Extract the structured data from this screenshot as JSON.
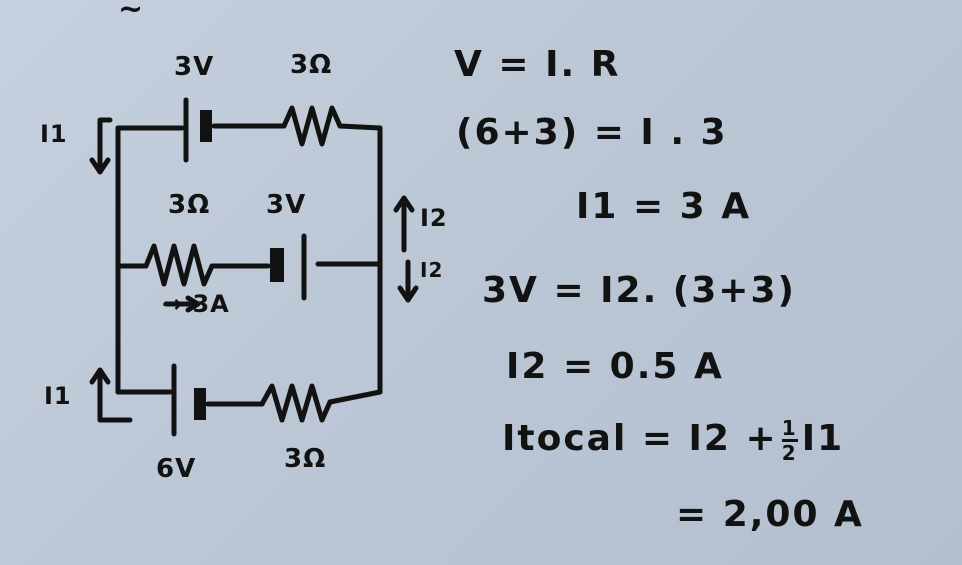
{
  "corner_mark": "~",
  "circuit": {
    "top_branch": {
      "battery": "3V",
      "resistor": "3Ω",
      "current": "I1"
    },
    "middle_branch": {
      "resistor": "3Ω",
      "battery": "3V",
      "flow_note": "→ 3A",
      "currents": [
        "I2",
        "I2"
      ]
    },
    "bottom_branch": {
      "battery": "6V",
      "resistor": "3Ω",
      "current": "I1"
    }
  },
  "equations": [
    "V = I. R",
    "(6+3) = I . 3",
    "I1 = 3 A",
    "3V = I2. (3+3)",
    "I2 = 0.5 A",
    "Itocal = I2 +",
    "I1",
    "= 2,00 A"
  ],
  "fraction": {
    "numerator": "1",
    "denominator": "2"
  },
  "colors": {
    "ink": "#121212",
    "paper": "#bcc7d6"
  }
}
